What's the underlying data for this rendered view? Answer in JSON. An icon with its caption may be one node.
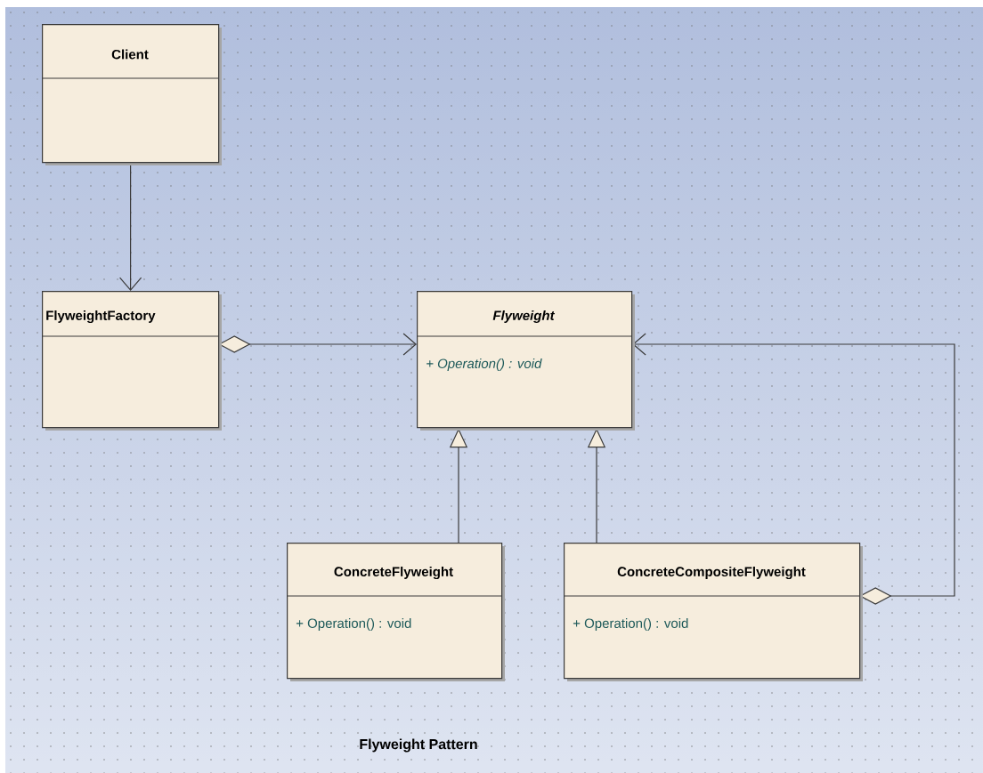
{
  "diagram": {
    "caption": "Flyweight Pattern",
    "nodes": [
      {
        "text": [
          "Client"
        ]
      },
      {
        "text": [
          "FlyweightFactory"
        ]
      },
      {
        "text": [
          "Flyweight",
          "+ Operation() : void"
        ]
      },
      {
        "text": [
          "ConcreteFlyweight",
          "+ Operation() : void"
        ]
      },
      {
        "text": [
          "ConcreteCompositeFlyweight",
          "+ Operation() : void"
        ]
      }
    ],
    "edges": [
      {
        "from": 0,
        "to": 1,
        "arrow": "to"
      },
      {
        "from": 1,
        "to": 2,
        "arrow": "to"
      },
      {
        "from": 3,
        "to": 2,
        "arrow": "to"
      },
      {
        "from": 4,
        "to": 2,
        "arrow": "to"
      },
      {
        "from": 4,
        "to": 2,
        "arrow": "to"
      }
    ]
  }
}
